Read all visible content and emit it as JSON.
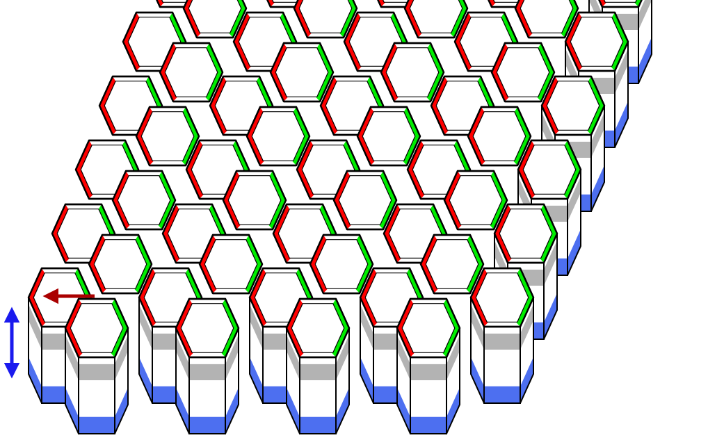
{
  "diagram": {
    "kind": "hexagonal-prism-lattice",
    "rows": 6,
    "columns": 9,
    "colors": {
      "background": "#ffffff",
      "hex_top": "#ffffff",
      "edge_left": "#ff0000",
      "edge_right": "#00ee00",
      "band_upper": "#b3b3b3",
      "band_lower": "#4d6ff0",
      "side": "#ffffff",
      "outline": "#000000",
      "arrow_left": "#aa0000",
      "arrow_vertical": "#1a1aee"
    },
    "annotations": [
      {
        "name": "left-arrow",
        "meaning": "direction"
      },
      {
        "name": "vertical-double-arrow",
        "meaning": "height"
      }
    ]
  }
}
